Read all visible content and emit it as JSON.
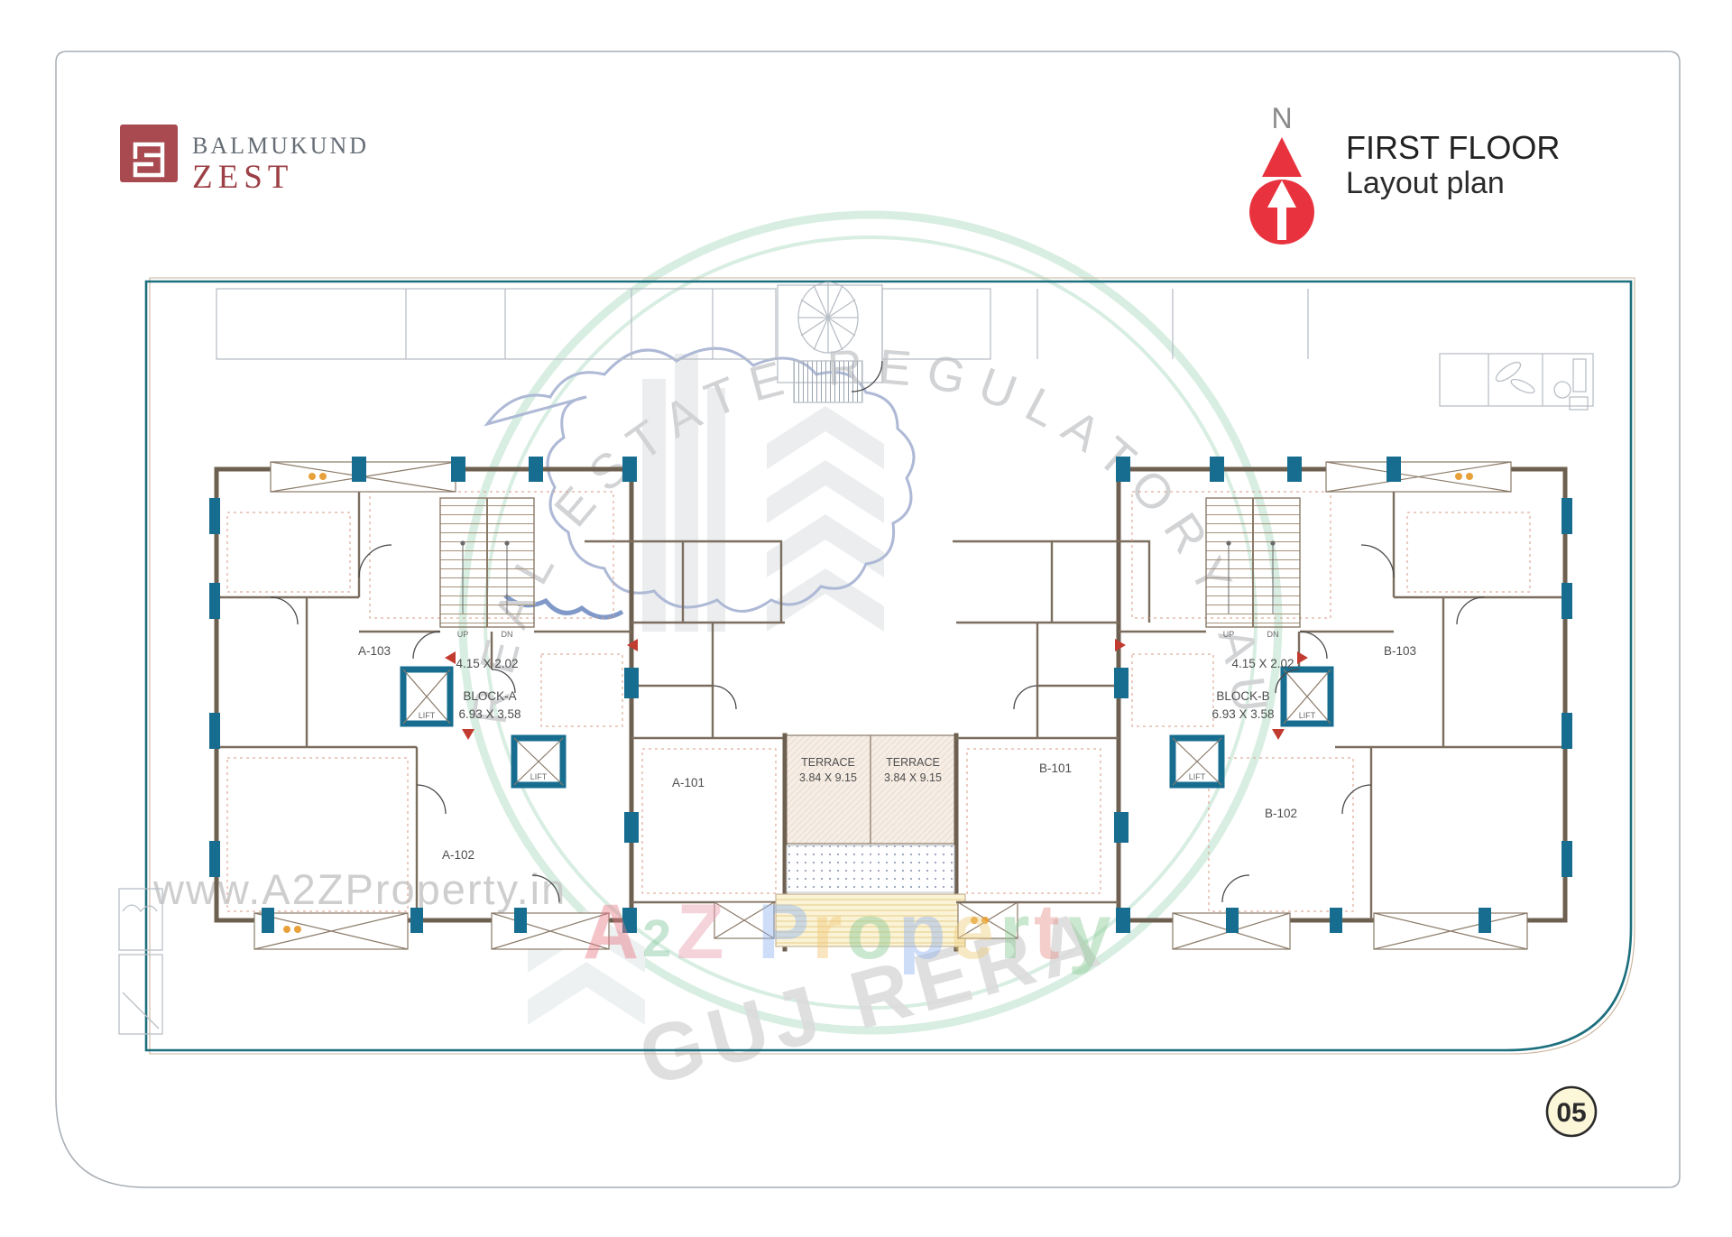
{
  "logo": {
    "brand": "BALMUKUND",
    "product": "ZEST",
    "colors": {
      "box": "#a84a50",
      "brand_text": "#666d76",
      "product_text": "#9c4046"
    }
  },
  "compass": {
    "north_label": "N",
    "color": "#e8333f"
  },
  "title": {
    "line1": "FIRST FLOOR",
    "line2": "Layout plan"
  },
  "plan": {
    "units": [
      {
        "label": "A-101"
      },
      {
        "label": "A-102"
      },
      {
        "label": "A-103"
      },
      {
        "label": "B-101"
      },
      {
        "label": "B-102"
      },
      {
        "label": "B-103"
      }
    ],
    "block_a": {
      "label": "BLOCK-A",
      "dim": "6.93 X 3.58",
      "lobby_dim": "4.15 X 2.02"
    },
    "block_b": {
      "label": "BLOCK-B",
      "dim": "6.93 X 3.58",
      "lobby_dim": "4.15 X 2.02"
    },
    "terrace": {
      "label": "TERRACE",
      "dim": "3.84 X 9.15"
    },
    "lift_label": "LIFT",
    "stair": {
      "up": "UP",
      "dn": "DN"
    },
    "colors": {
      "wall": "#6e6050",
      "column": "#176d90",
      "border": "#1d6f7e"
    }
  },
  "watermark": {
    "arc_text": "REAL ESTATE REGULATORY AUTHORITY",
    "gov": "GUJ RERA",
    "url": "www.A2ZProperty.in",
    "brand": [
      {
        "ch": "A",
        "color": "#e77e8a"
      },
      {
        "ch": "2",
        "color": "#84c79f"
      },
      {
        "ch": "Z",
        "color": "#eb9fb0"
      },
      {
        "ch": "P",
        "color": "#93b7f0"
      },
      {
        "ch": "r",
        "color": "#f2c878"
      },
      {
        "ch": "o",
        "color": "#8ccb96"
      },
      {
        "ch": "p",
        "color": "#95b4ee"
      },
      {
        "ch": "e",
        "color": "#efcf7e"
      },
      {
        "ch": "r",
        "color": "#8ccb96"
      },
      {
        "ch": "t",
        "color": "#e8958c"
      },
      {
        "ch": "y",
        "color": "#8ccb96"
      }
    ]
  },
  "page": {
    "number": "05"
  }
}
